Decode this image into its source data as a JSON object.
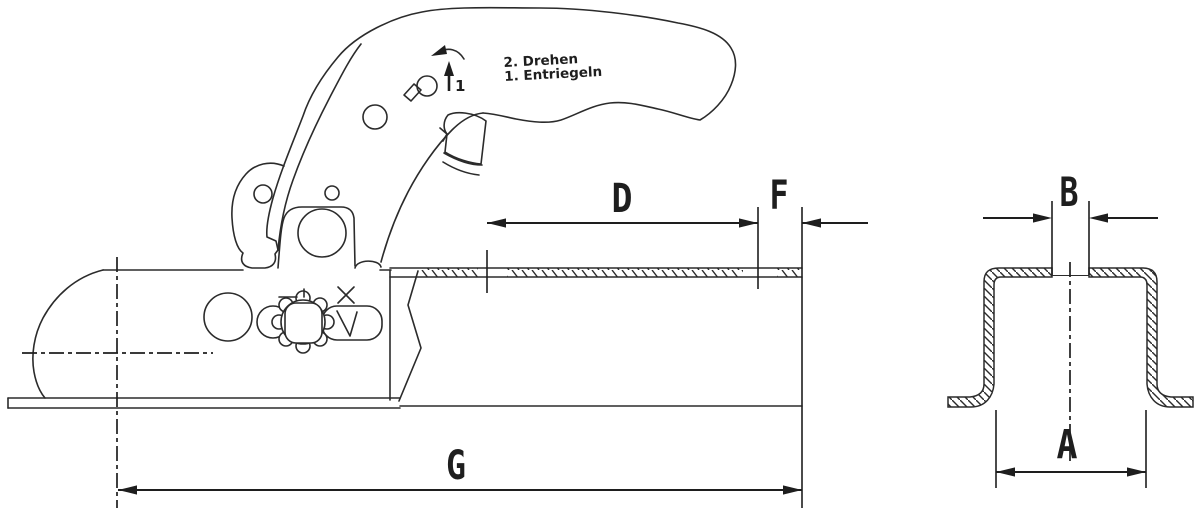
{
  "colors": {
    "background": "#ffffff",
    "line": "#2b2b2b",
    "dimension": "#1e1e1e"
  },
  "side_view": {
    "instructions": {
      "step2": "2. Drehen",
      "step1": "1. Entriegeln",
      "marker": "1"
    },
    "dims": {
      "d": "D",
      "f": "F",
      "g": "G"
    }
  },
  "cross_section": {
    "dims": {
      "b": "B",
      "a": "A"
    }
  }
}
